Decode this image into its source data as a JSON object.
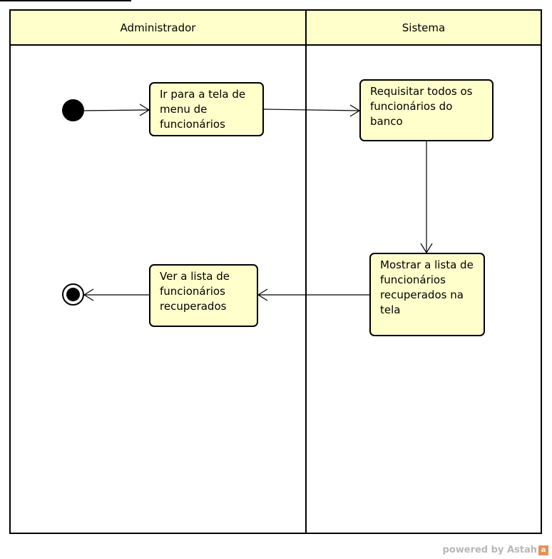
{
  "lanes": {
    "left_title": "Administrador",
    "right_title": "Sistema"
  },
  "actions": {
    "go_menu": "Ir para a tela de menu de funcionários",
    "request_all": "Requisitar todos os funcionários do banco",
    "show_list": "Mostrar a lista de funcionários recuperados na tela",
    "view_list": "Ver a lista de funcionários recuperados"
  },
  "watermark": {
    "text": "powered by Astah",
    "logo_glyph": "a"
  },
  "colors": {
    "lane_header_fill": "#ffffcc",
    "action_fill": "#ffffcc",
    "stroke": "#000000"
  }
}
